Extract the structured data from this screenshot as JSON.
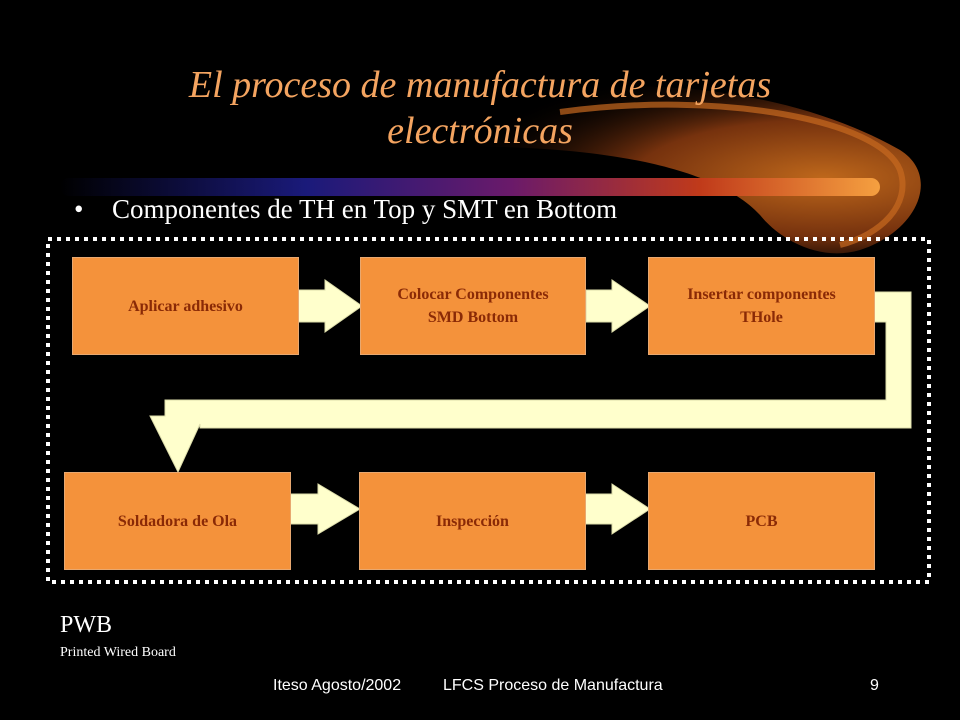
{
  "slide": {
    "title": "El proceso de manufactura de tarjetas electrónicas",
    "bullet_marker": "•",
    "bullet": "Componentes de TH en Top y SMT en Bottom",
    "steps": [
      {
        "label": "Aplicar adhesivo"
      },
      {
        "label": "Colocar Componentes\nSMD Bottom"
      },
      {
        "label": "Insertar componentes\nTHole"
      },
      {
        "label": "Soldadora de Ola"
      },
      {
        "label": "Inspección"
      },
      {
        "label": "PCB"
      }
    ],
    "pwb": {
      "title": "PWB",
      "subtitle": "Printed Wired Board"
    },
    "footer": {
      "left": "Iteso Agosto/2002",
      "center": "LFCS Proceso de Manufactura",
      "page": "9"
    }
  },
  "colors": {
    "background": "#000000",
    "title": "#f4a460",
    "box_fill": "#f4923b",
    "box_text": "#8a2a06",
    "arrow_fill": "#ffffcc",
    "dotted_frame": "#ffffff"
  }
}
